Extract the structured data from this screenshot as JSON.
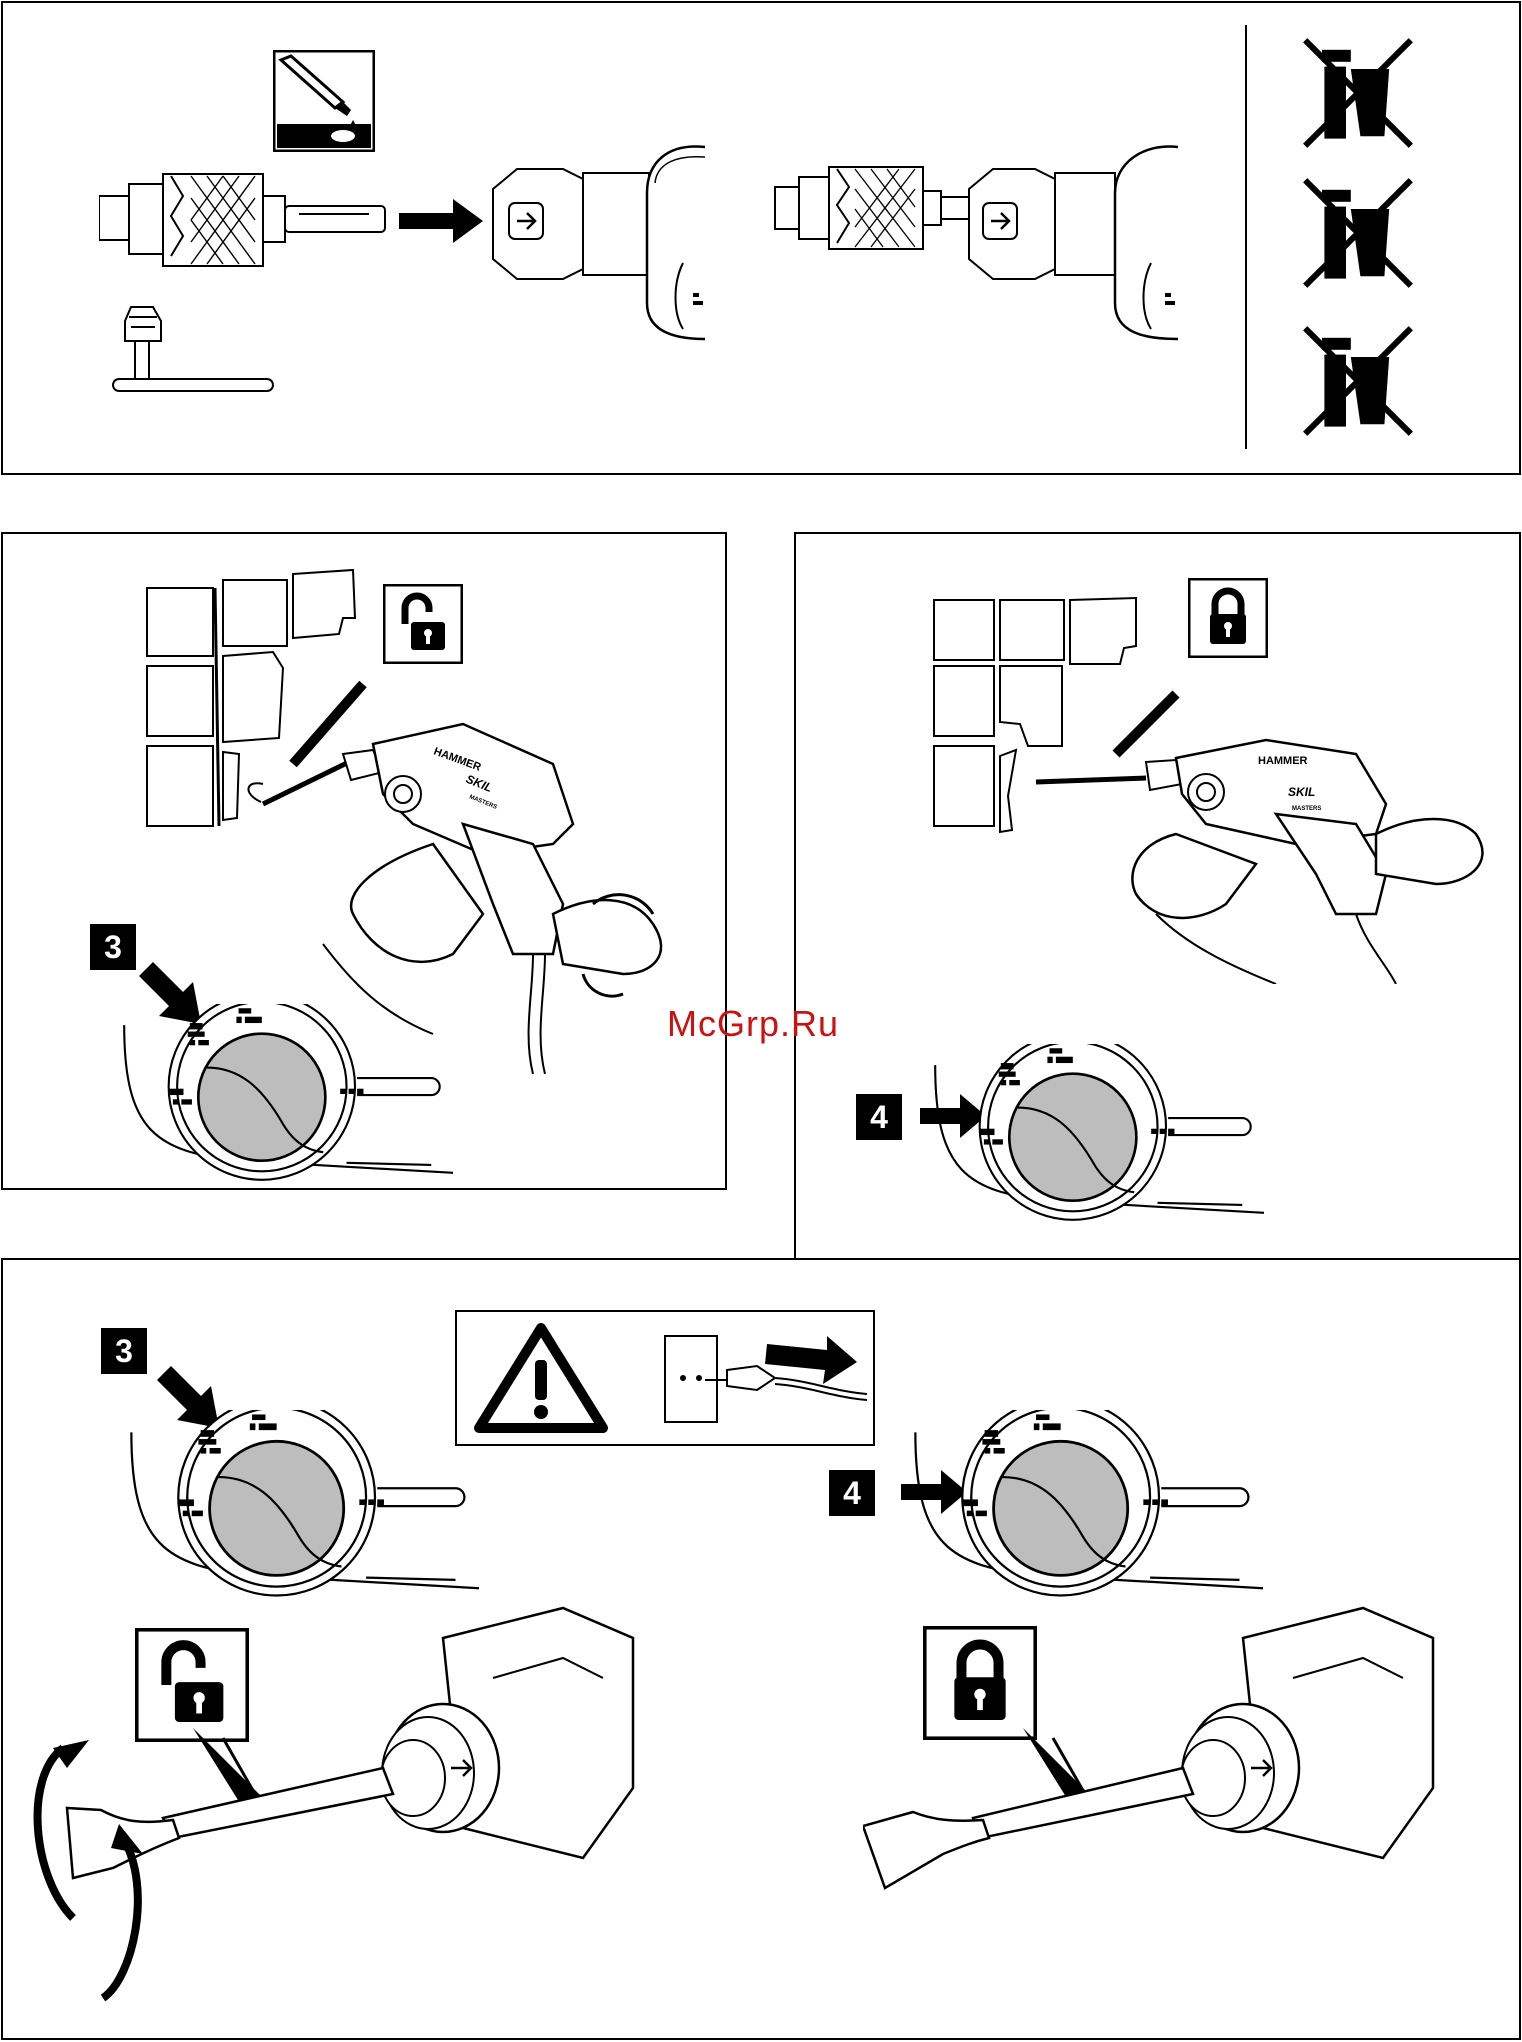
{
  "watermark": {
    "text": "McGrp.Ru",
    "color": "#cc1111"
  },
  "brand": {
    "hammer_label": "HAMMER",
    "brand_label": "SKIL",
    "series_label": "MASTERS"
  },
  "steps": {
    "unlock_select": "3",
    "lock_select": "4"
  },
  "icons": {
    "grease": "grease-tube-icon",
    "unlock": "padlock-open-icon",
    "lock": "padlock-closed-icon",
    "warning": "warning-triangle-icon",
    "unplug": "unplug-icon",
    "forbidden": "crossed-out-chisel-icon"
  },
  "colors": {
    "dial_fill": "#bdbdbd",
    "line": "#000000",
    "paper": "#ffffff"
  }
}
